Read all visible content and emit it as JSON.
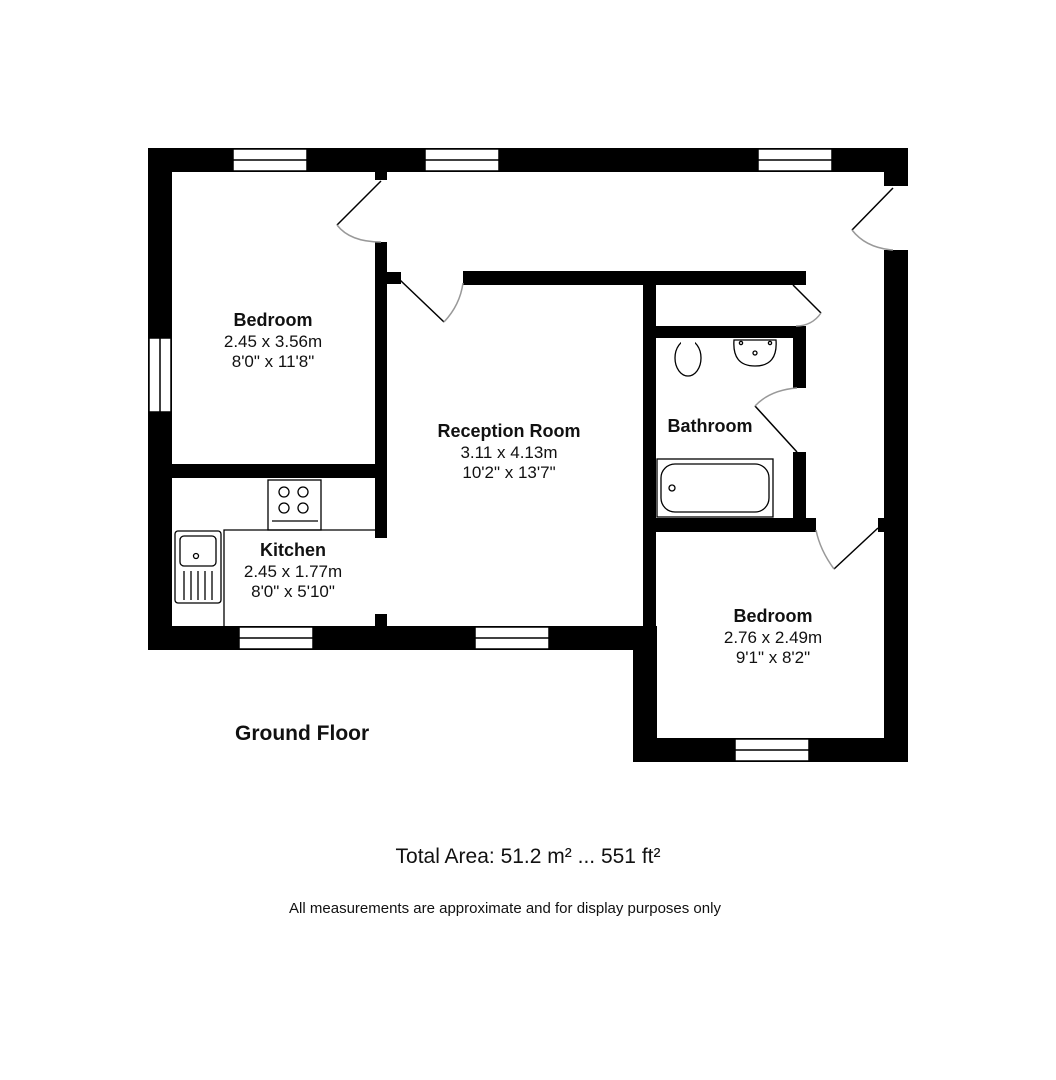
{
  "floor": {
    "name": "Ground Floor"
  },
  "rooms": [
    {
      "name": "Bedroom",
      "metric": "2.45 x 3.56m",
      "imperial": "8'0\" x 11'8\""
    },
    {
      "name": "Reception Room",
      "metric": "3.11 x 4.13m",
      "imperial": "10'2\" x 13'7\""
    },
    {
      "name": "Bathroom"
    },
    {
      "name": "Kitchen",
      "metric": "2.45 x 1.77m",
      "imperial": "8'0\" x 5'10\""
    },
    {
      "name": "Bedroom",
      "metric": "2.76 x 2.49m",
      "imperial": "9'1\" x 8'2\""
    }
  ],
  "footer": {
    "total_area": "Total Area: 51.2 m² ... 551 ft²",
    "disclaimer": "All measurements are approximate and for display purposes only"
  },
  "colors": {
    "wall": "#000000",
    "background": "#ffffff",
    "door_arc": "#999999"
  }
}
